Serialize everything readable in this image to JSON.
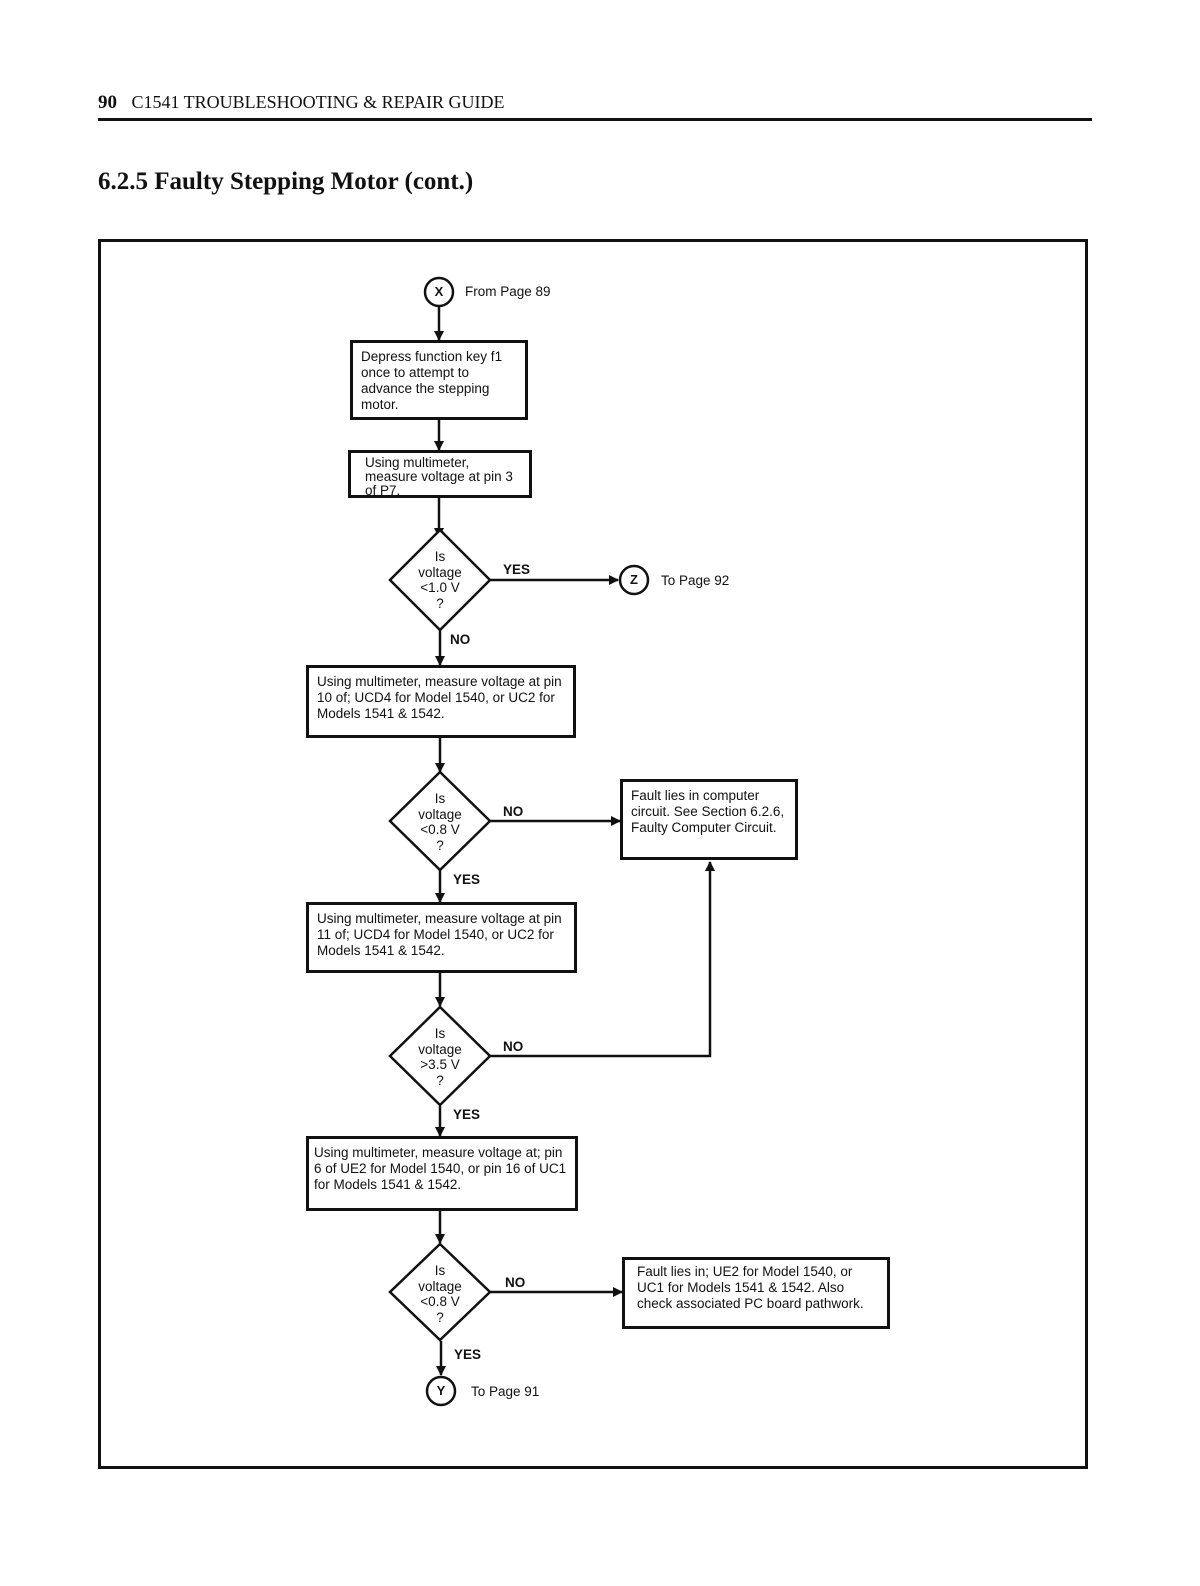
{
  "header": {
    "page_number": "90",
    "title": "C1541 TROUBLESHOOTING & REPAIR GUIDE"
  },
  "section_title": "6.2.5  Faulty Stepping Motor (cont.)",
  "connectors": {
    "start": {
      "letter": "X",
      "label": "From Page  89"
    },
    "z": {
      "letter": "Z",
      "label": "To Page  92"
    },
    "y": {
      "letter": "Y",
      "label": "To Page  91"
    }
  },
  "steps": {
    "depress": "Depress function key f1 once to attempt to advance the stepping motor.",
    "measure_p7": "Using multimeter, measure voltage at pin 3 of P7.",
    "measure_pin10": "Using multimeter, measure voltage at pin 10 of; UCD4 for Model 1540, or UC2 for Models 1541 & 1542.",
    "measure_pin11": "Using multimeter, measure voltage at pin 11 of; UCD4 for Model 1540, or UC2 for Models 1541 & 1542.",
    "measure_pin6": "Using multimeter, measure voltage at; pin 6 of UE2 for Model 1540, or pin 16 of UC1 for Models 1541 & 1542.",
    "fault_computer": "Fault lies in computer circuit.  See Section 6.2.6, Faulty Computer Circuit.",
    "fault_ue2": "Fault lies in; UE2 for Model 1540, or UC1 for Models 1541 & 1542. Also check associated PC board pathwork."
  },
  "decisions": {
    "d1": {
      "l1": "Is",
      "l2": "voltage",
      "l3": "<1.0 V",
      "l4": "?"
    },
    "d2": {
      "l1": "Is",
      "l2": "voltage",
      "l3": "<0.8 V",
      "l4": "?"
    },
    "d3": {
      "l1": "Is",
      "l2": "voltage",
      "l3": ">3.5 V",
      "l4": "?"
    },
    "d4": {
      "l1": "Is",
      "l2": "voltage",
      "l3": "<0.8 V",
      "l4": "?"
    }
  },
  "branch_labels": {
    "d1_yes": "YES",
    "d1_no": "NO",
    "d2_no": "NO",
    "d2_yes": "YES",
    "d3_no": "NO",
    "d3_yes": "YES",
    "d4_no": "NO",
    "d4_yes": "YES"
  }
}
